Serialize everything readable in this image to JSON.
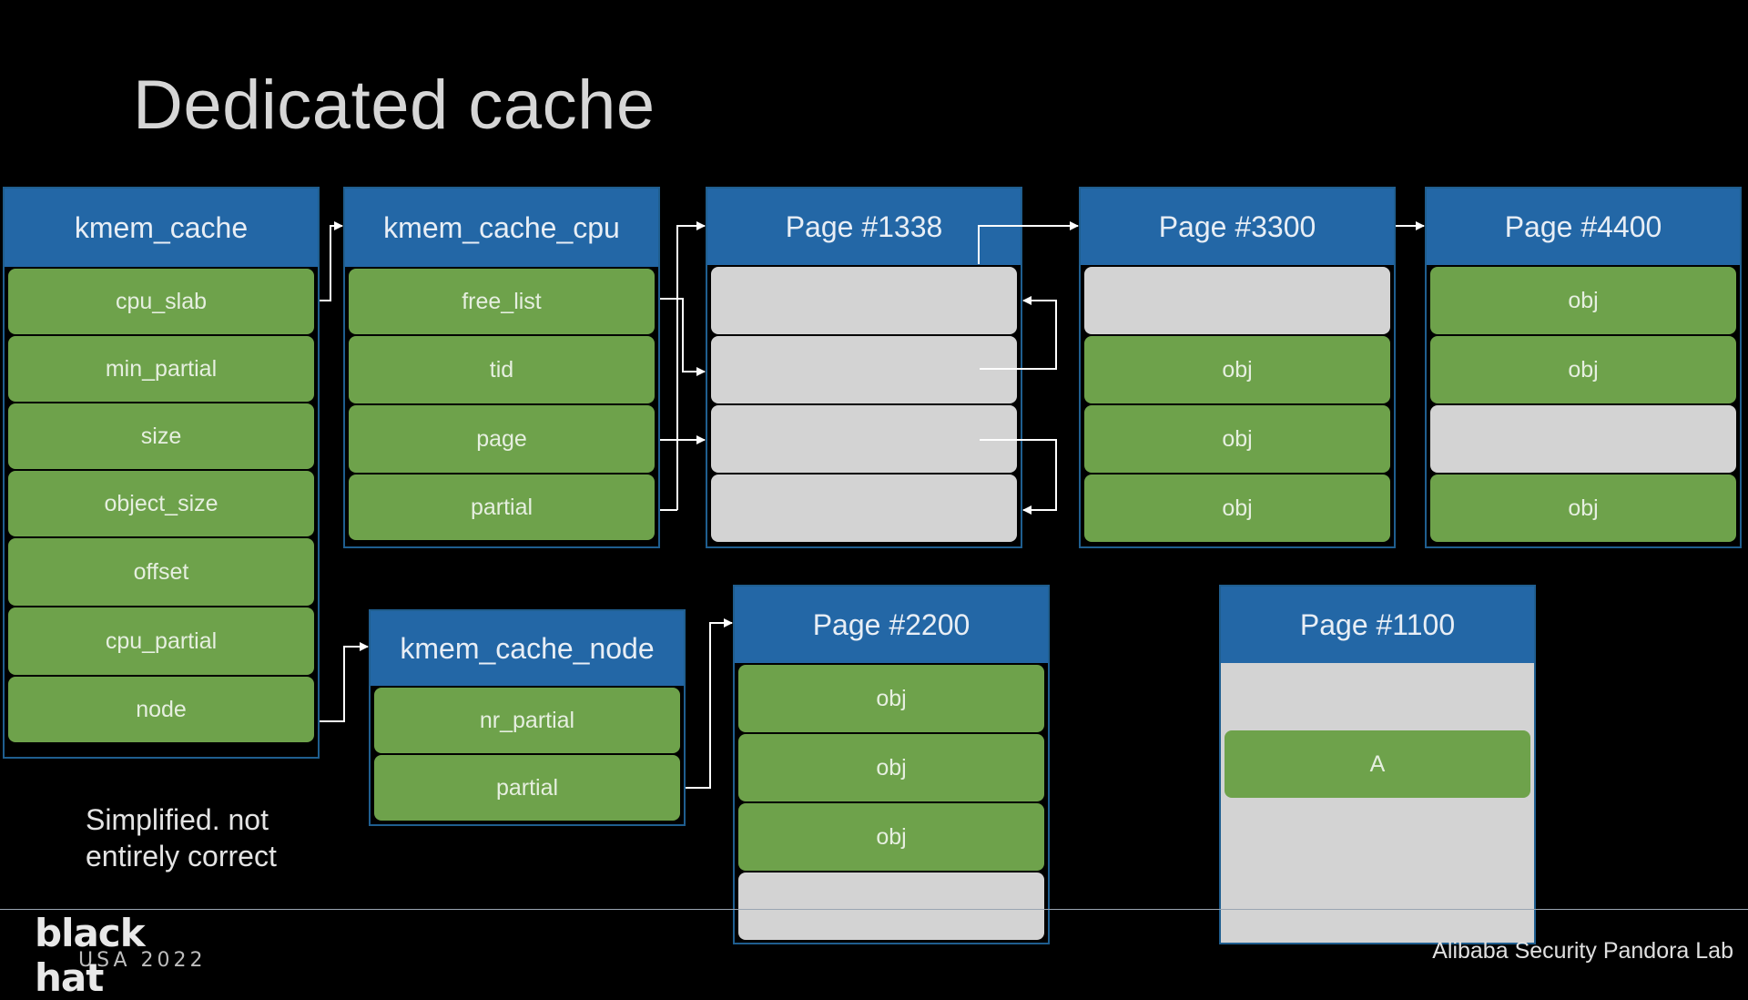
{
  "title": "Dedicated cache",
  "kmem_cache": {
    "header": "kmem_cache",
    "fields": [
      "cpu_slab",
      "min_partial",
      "size",
      "object_size",
      "offset",
      "cpu_partial",
      "node"
    ]
  },
  "kmem_cache_cpu": {
    "header": "kmem_cache_cpu",
    "fields": [
      "free_list",
      "tid",
      "page",
      "partial"
    ]
  },
  "kmem_cache_node": {
    "header": "kmem_cache_node",
    "fields": [
      "nr_partial",
      "partial"
    ]
  },
  "pages": {
    "p1338": {
      "header": "Page #1338",
      "slots": [
        "",
        "",
        "",
        ""
      ]
    },
    "p3300": {
      "header": "Page #3300",
      "slots": [
        "",
        "obj",
        "obj",
        "obj"
      ]
    },
    "p4400": {
      "header": "Page #4400",
      "slots": [
        "obj",
        "obj",
        "",
        "obj"
      ]
    },
    "p2200": {
      "header": "Page #2200",
      "slots": [
        "obj",
        "obj",
        "obj",
        ""
      ]
    },
    "p1100": {
      "header": "Page #1100",
      "slots": [
        "",
        "A",
        ""
      ]
    }
  },
  "note": "Simplified. not entirely correct",
  "logo": {
    "main": "black hat",
    "sub": "USA 2022"
  },
  "footer": "Alibaba Security Pandora Lab",
  "colors": {
    "header_blue": "#2367a6",
    "field_green": "#6ea24b",
    "slot_gray": "#d3d3d3",
    "arrow": "#ffffff"
  }
}
